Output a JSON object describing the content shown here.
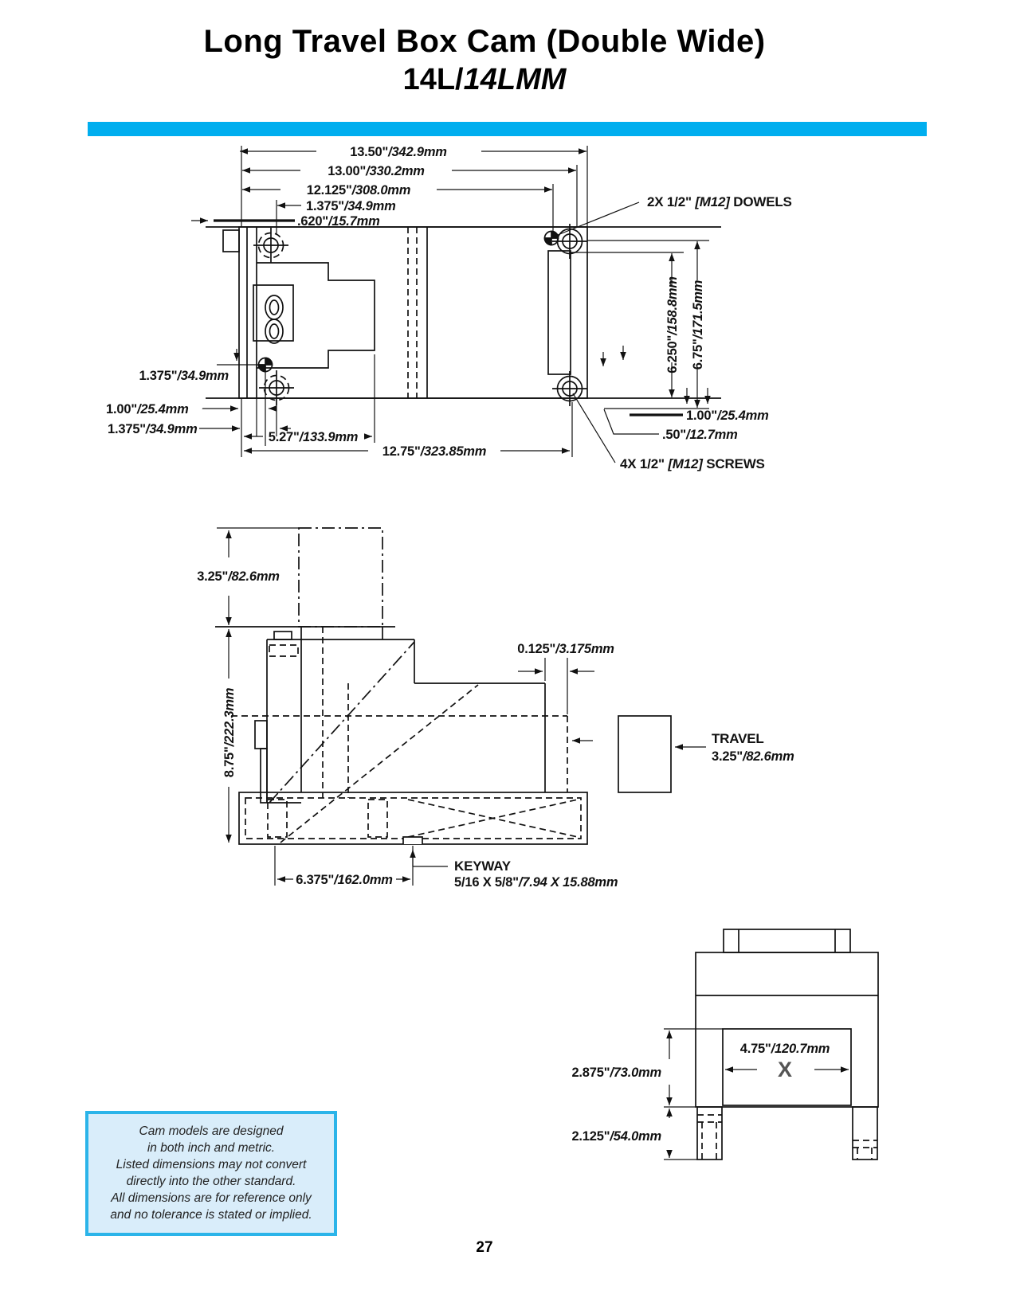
{
  "page": {
    "title_line1": "Long Travel Box Cam (Double Wide)",
    "title_model_regular": "14L/",
    "title_model_italic": "14LMM",
    "page_number": "27"
  },
  "colors": {
    "accent_cyan": "#00AEEF",
    "note_border": "#2BB4E9",
    "note_fill": "#D9EDFA"
  },
  "top_view": {
    "width_overall": {
      "in": "13.50\"",
      "mm": "/342.9mm"
    },
    "width_bolt_span": {
      "in": "13.00\"",
      "mm": "/330.2mm"
    },
    "width_dowel_span": {
      "in": "12.125\"",
      "mm": "/308.0mm"
    },
    "offset_1375_top": {
      "in": "1.375\"",
      "mm": "/34.9mm"
    },
    "offset_620": {
      "in": ".620\"",
      "mm": "/15.7mm"
    },
    "dowels_note": {
      "prefix": "2X 1/2\" ",
      "m": "[M12]",
      "suffix": " DOWELS"
    },
    "height_6250": {
      "in": "6.250\"",
      "mm": "/158.8mm"
    },
    "height_675": {
      "in": "6.75\"",
      "mm": "/171.5mm"
    },
    "offset_1375_left": {
      "in": "1.375\"",
      "mm": "/34.9mm"
    },
    "offset_100_left": {
      "in": "1.00\"",
      "mm": "/25.4mm"
    },
    "offset_1375_lower": {
      "in": "1.375\"",
      "mm": "/34.9mm"
    },
    "span_527": {
      "in": "5.27\"",
      "mm": "/133.9mm"
    },
    "span_1275": {
      "in": "12.75\"",
      "mm": "/323.85mm"
    },
    "offset_100_right": {
      "in": "1.00\"",
      "mm": "/25.4mm"
    },
    "offset_50_right": {
      "in": ".50\"",
      "mm": "/12.7mm"
    },
    "screws_note": {
      "prefix": "4X 1/2\" ",
      "m": "[M12]",
      "suffix": " SCREWS"
    }
  },
  "side_view": {
    "height_325": {
      "in": "3.25\"",
      "mm": "/82.6mm"
    },
    "height_875": {
      "in": "8.75\"",
      "mm": "/222.3mm"
    },
    "gap_0125": {
      "in": "0.125\"",
      "mm": "/3.175mm"
    },
    "travel_label": "TRAVEL",
    "travel_value": {
      "in": "3.25\"",
      "mm": "/82.6mm"
    },
    "keyway_label": "KEYWAY",
    "keyway_size": {
      "in": "5/16 X 5/8\"",
      "mm": "/7.94 X 15.88mm"
    },
    "span_6375": {
      "in": "6.375\"",
      "mm": "/162.0mm"
    }
  },
  "end_view": {
    "window_width": {
      "in": "4.75\"",
      "mm": "/120.7mm"
    },
    "window_marker": "X",
    "height_2875": {
      "in": "2.875\"",
      "mm": "/73.0mm"
    },
    "height_2125": {
      "in": "2.125\"",
      "mm": "/54.0mm"
    }
  },
  "note_box": {
    "lines": [
      "Cam models are designed",
      "in both inch and metric.",
      "Listed dimensions may not convert",
      "directly into the other standard.",
      "All dimensions are for reference only",
      "and no tolerance is stated or implied."
    ]
  }
}
